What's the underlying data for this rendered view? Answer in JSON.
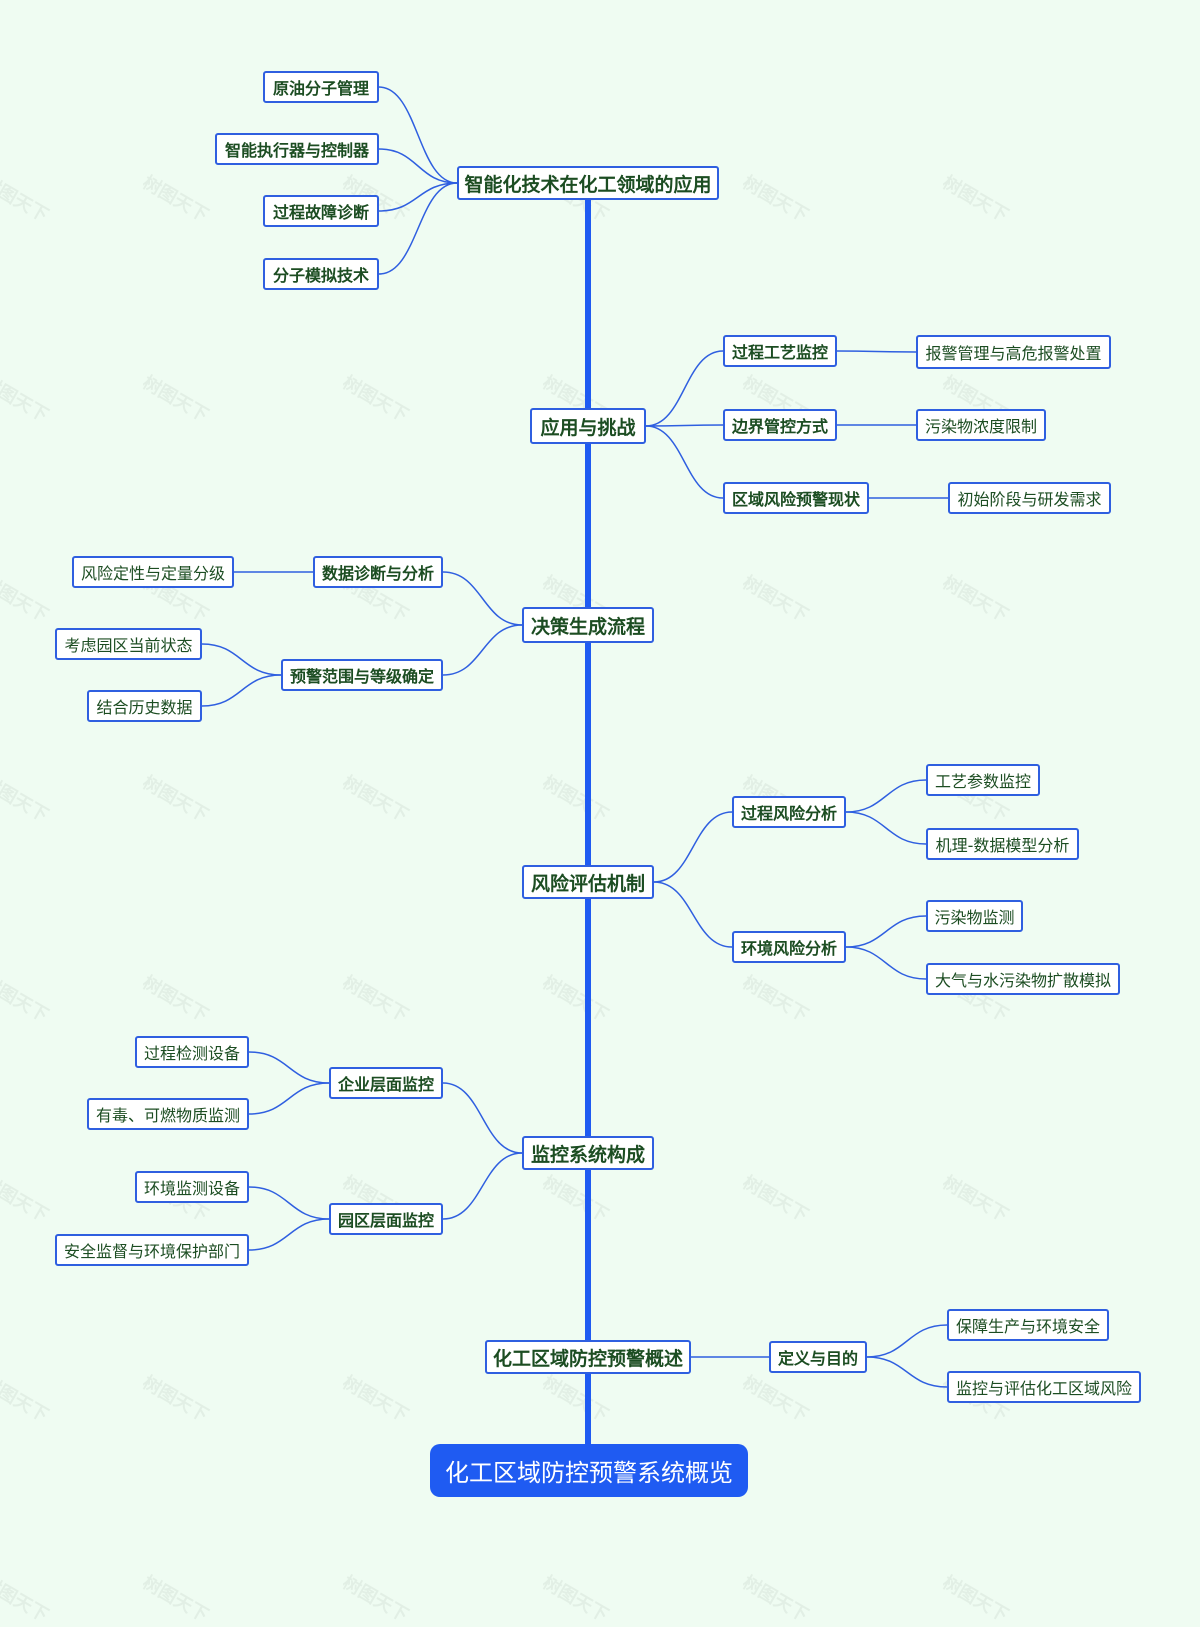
{
  "root": {
    "label": "化工区域防控预警系统概览"
  },
  "branches": [
    {
      "label": "智能化技术在化工领域的应用",
      "children": [
        {
          "label": "原油分子管理"
        },
        {
          "label": "智能执行器与控制器"
        },
        {
          "label": "过程故障诊断"
        },
        {
          "label": "分子模拟技术"
        }
      ]
    },
    {
      "label": "应用与挑战",
      "children": [
        {
          "label": "过程工艺监控",
          "children": [
            {
              "label": "报警管理与高危报警处置"
            }
          ]
        },
        {
          "label": "边界管控方式",
          "children": [
            {
              "label": "污染物浓度限制"
            }
          ]
        },
        {
          "label": "区域风险预警现状",
          "children": [
            {
              "label": "初始阶段与研发需求"
            }
          ]
        }
      ]
    },
    {
      "label": "决策生成流程",
      "children": [
        {
          "label": "数据诊断与分析",
          "children": [
            {
              "label": "风险定性与定量分级"
            }
          ]
        },
        {
          "label": "预警范围与等级确定",
          "children": [
            {
              "label": "考虑园区当前状态"
            },
            {
              "label": "结合历史数据"
            }
          ]
        }
      ]
    },
    {
      "label": "风险评估机制",
      "children": [
        {
          "label": "过程风险分析",
          "children": [
            {
              "label": "工艺参数监控"
            },
            {
              "label": "机理-数据模型分析"
            }
          ]
        },
        {
          "label": "环境风险分析",
          "children": [
            {
              "label": "污染物监测"
            },
            {
              "label": "大气与水污染物扩散模拟"
            }
          ]
        }
      ]
    },
    {
      "label": "监控系统构成",
      "children": [
        {
          "label": "企业层面监控",
          "children": [
            {
              "label": "过程检测设备"
            },
            {
              "label": "有毒、可燃物质监测"
            }
          ]
        },
        {
          "label": "园区层面监控",
          "children": [
            {
              "label": "环境监测设备"
            },
            {
              "label": "安全监督与环境保护部门"
            }
          ]
        }
      ]
    },
    {
      "label": "化工区域防控预警概述",
      "children": [
        {
          "label": "定义与目的",
          "children": [
            {
              "label": "保障生产与环境安全"
            },
            {
              "label": "监控与评估化工区域风险"
            }
          ]
        }
      ]
    }
  ],
  "watermark": "树图天下",
  "colors": {
    "background": "#effcf2",
    "accent": "#1f5bf2",
    "node_border": "#2f5fe0",
    "node_text": "#1c4d22",
    "connector": "#2f5fe0"
  }
}
